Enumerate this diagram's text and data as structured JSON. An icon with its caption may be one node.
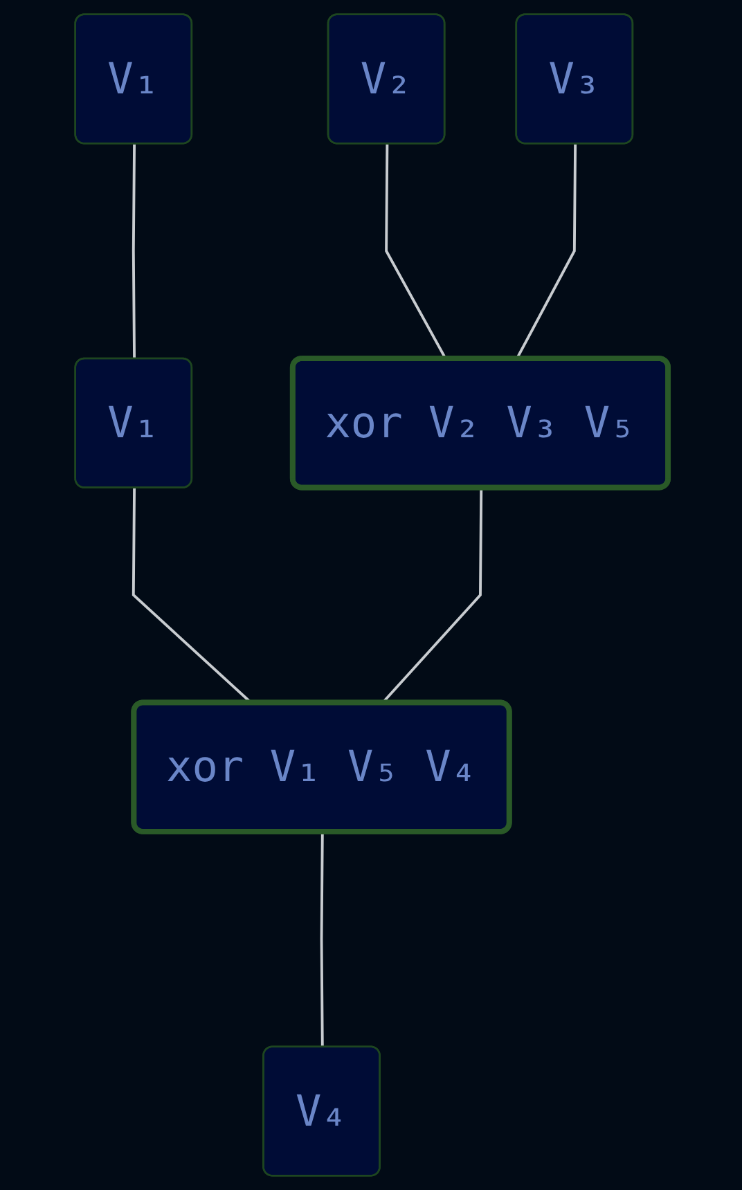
{
  "diagram": {
    "nodes": [
      {
        "text": [
          "V₁"
        ]
      },
      {
        "text": [
          "V₂"
        ]
      },
      {
        "text": [
          "V₃"
        ]
      },
      {
        "text": [
          "V₁"
        ]
      },
      {
        "text": [
          "xor V₂ V₃ V₅"
        ]
      },
      {
        "text": [
          "xor V₁ V₅ V₄"
        ]
      },
      {
        "text": [
          "V₄"
        ]
      }
    ],
    "edges": [
      {
        "from": 0,
        "to": 3,
        "arrow": "none"
      },
      {
        "from": 1,
        "to": 4,
        "arrow": "none"
      },
      {
        "from": 2,
        "to": 4,
        "arrow": "none"
      },
      {
        "from": 3,
        "to": 5,
        "arrow": "none"
      },
      {
        "from": 4,
        "to": 5,
        "arrow": "none"
      },
      {
        "from": 5,
        "to": 6,
        "arrow": "none"
      }
    ]
  }
}
